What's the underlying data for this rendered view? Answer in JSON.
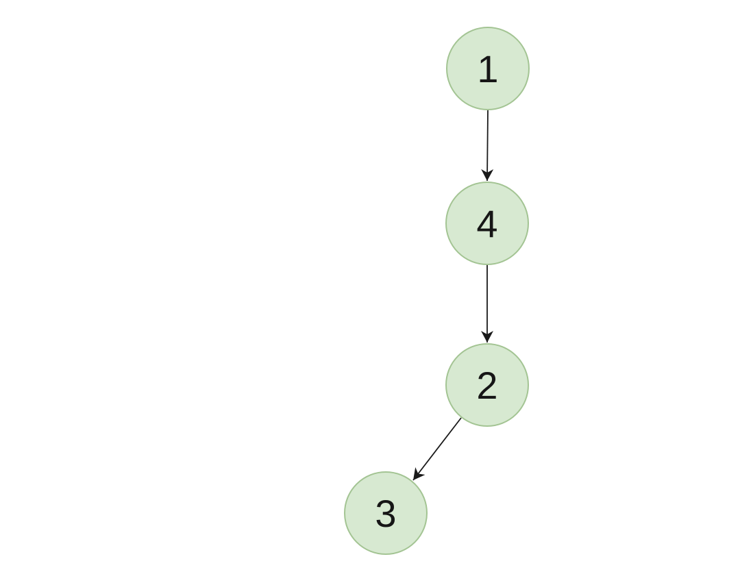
{
  "diagram": {
    "type": "directed-graph",
    "background_color": "#ffffff",
    "node_fill": "#d7e9d1",
    "node_stroke": "#a3c493",
    "text_color": "#161616",
    "edge_color": "#1a1a1a",
    "nodes": [
      {
        "id": "1",
        "label": "1"
      },
      {
        "id": "4",
        "label": "4"
      },
      {
        "id": "2",
        "label": "2"
      },
      {
        "id": "3",
        "label": "3"
      }
    ],
    "edges": [
      {
        "from": "1",
        "to": "4"
      },
      {
        "from": "4",
        "to": "2"
      },
      {
        "from": "2",
        "to": "3"
      }
    ]
  }
}
